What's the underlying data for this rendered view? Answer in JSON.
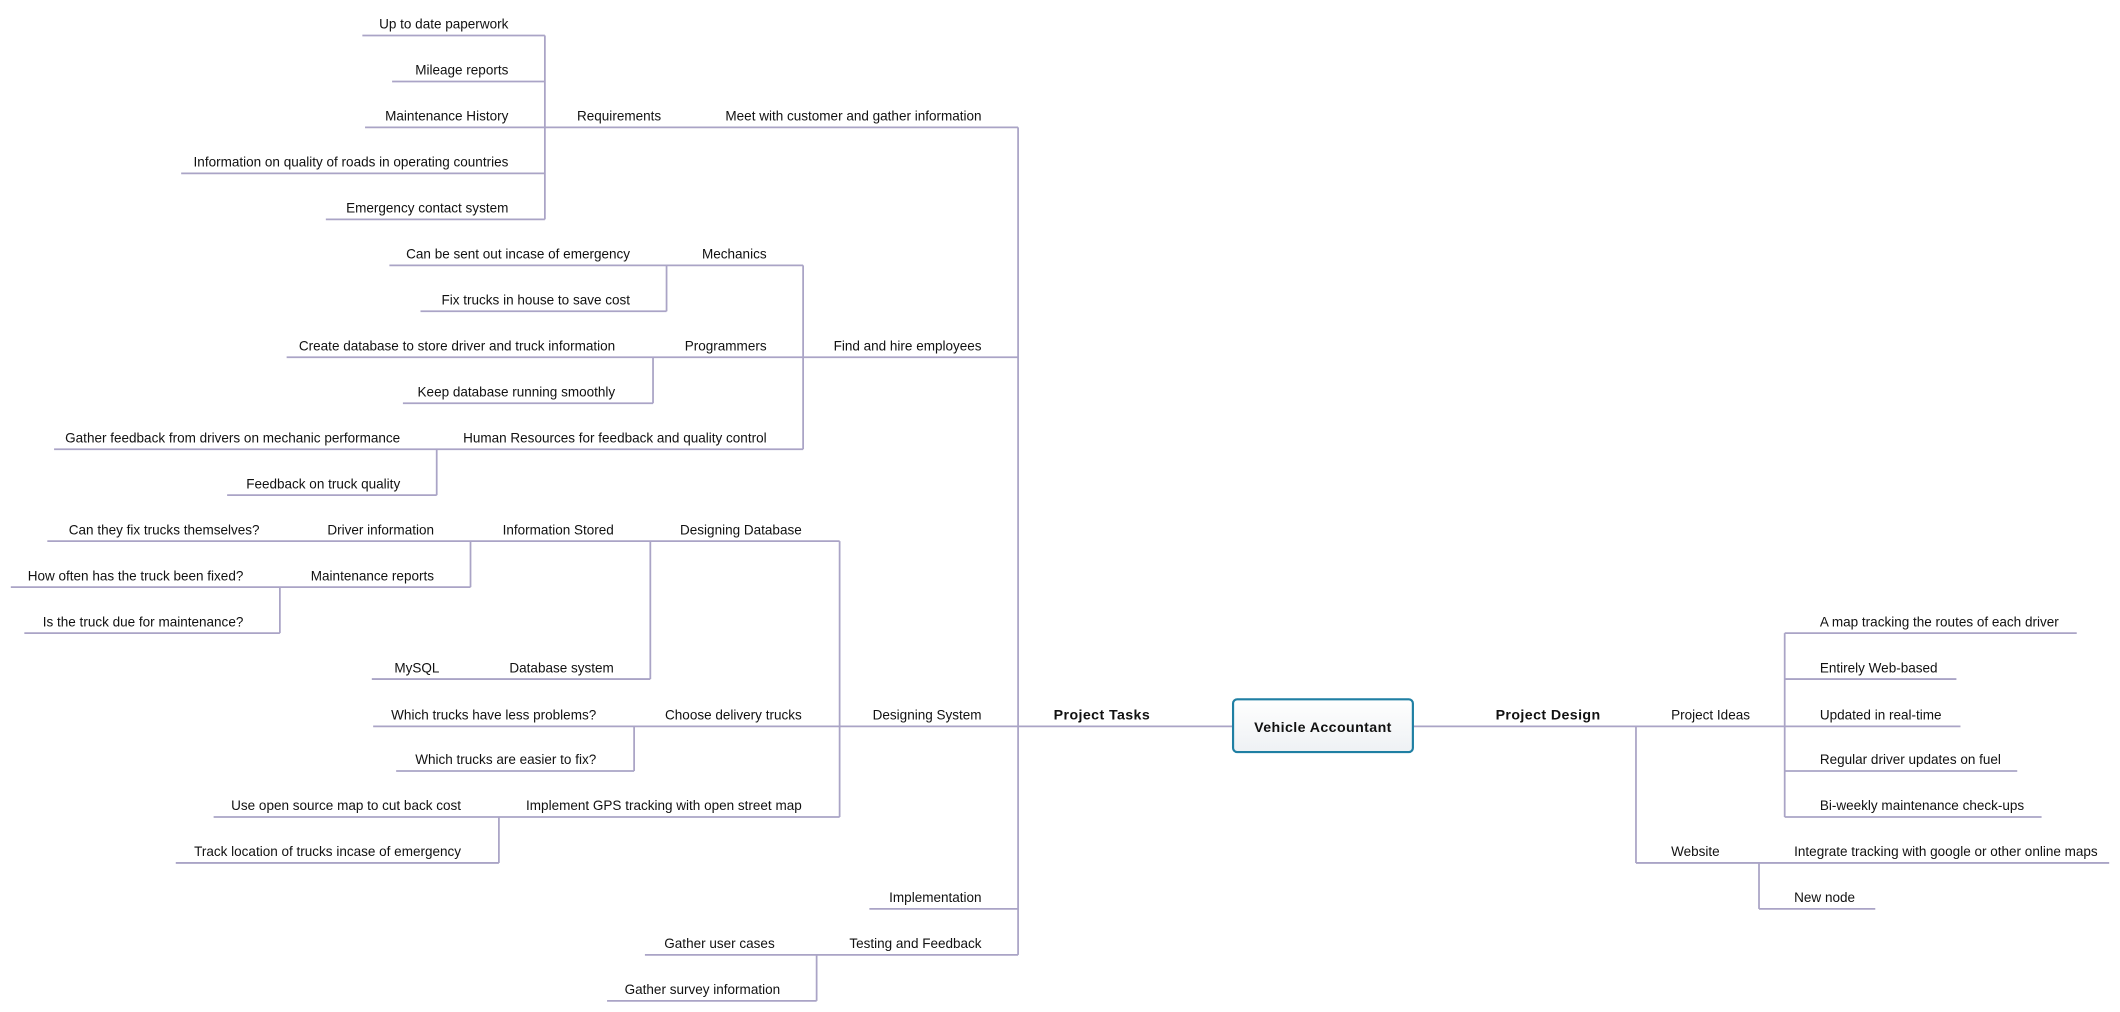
{
  "root": "Vehicle Accountant",
  "tasks": {
    "label": "Project Tasks",
    "meet": {
      "label": "Meet with customer and gather information",
      "requirements": {
        "label": "Requirements",
        "items": [
          "Up to date paperwork",
          "Mileage reports",
          "Maintenance History",
          "Information on quality of roads in operating countries",
          "Emergency contact system"
        ]
      }
    },
    "hire": {
      "label": "Find and hire employees",
      "mechanics": {
        "label": "Mechanics",
        "items": [
          "Can be sent out incase of emergency",
          "Fix trucks in house to save cost"
        ]
      },
      "programmers": {
        "label": "Programmers",
        "items": [
          "Create database to store driver and truck information",
          "Keep database running smoothly"
        ]
      },
      "hr": {
        "label": "Human Resources for feedback and quality control",
        "items": [
          "Gather feedback from drivers on mechanic performance",
          "Feedback on truck quality"
        ]
      }
    },
    "system": {
      "label": "Designing System",
      "database": {
        "label": "Designing Database",
        "stored": {
          "label": "Information Stored",
          "driver": {
            "label": "Driver information",
            "items": [
              "Can they fix trucks themselves?"
            ]
          },
          "maintenance": {
            "label": "Maintenance reports",
            "items": [
              "How often has the truck been fixed?",
              "Is the truck due for maintenance?"
            ]
          }
        },
        "dbsystem": {
          "label": "Database system",
          "items": [
            "MySQL"
          ]
        }
      },
      "trucks": {
        "label": "Choose delivery trucks",
        "items": [
          "Which trucks have less problems?",
          "Which trucks are easier to fix?"
        ]
      },
      "gps": {
        "label": "Implement GPS tracking with open street map",
        "items": [
          "Use open source map to cut back cost",
          "Track location of trucks incase of emergency"
        ]
      }
    },
    "implementation": {
      "label": "Implementation"
    },
    "testing": {
      "label": "Testing and Feedback",
      "items": [
        "Gather user cases",
        "Gather survey information"
      ]
    }
  },
  "design": {
    "label": "Project Design",
    "ideas": {
      "label": "Project Ideas",
      "items": [
        "A map tracking the routes of each driver",
        "Entirely Web-based",
        "Updated in real-time",
        "Regular driver updates on fuel",
        "Bi-weekly maintenance check-ups"
      ]
    },
    "website": {
      "label": "Website",
      "items": [
        "Integrate tracking with google or other online maps",
        "New node"
      ]
    }
  },
  "colors": {
    "connector": "#aaa4c6",
    "root_border": "#1f7fa3"
  }
}
